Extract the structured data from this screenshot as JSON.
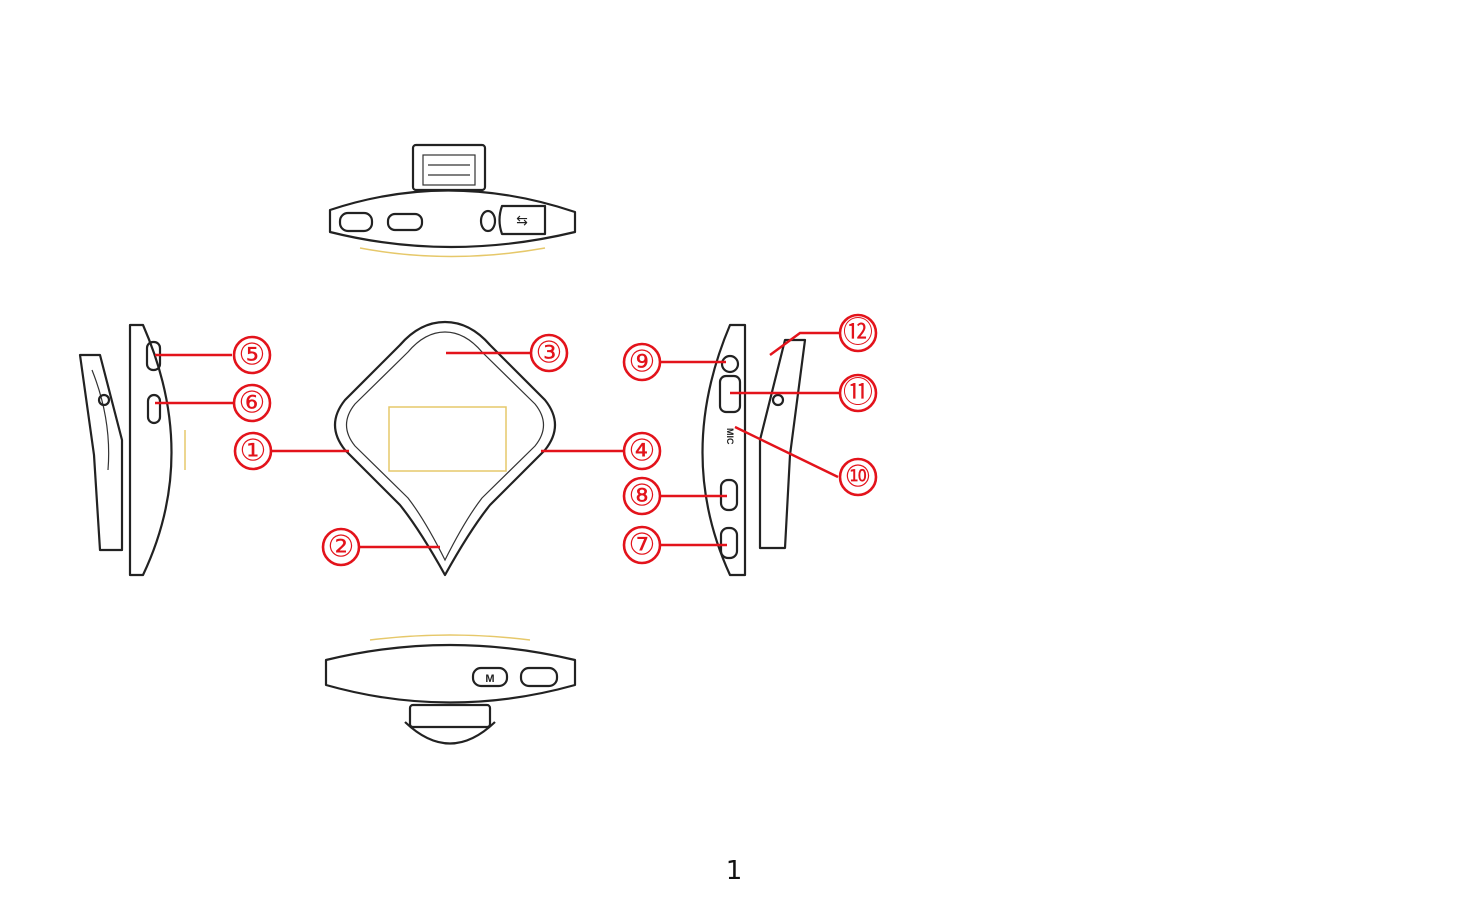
{
  "callouts": [
    {
      "label": "①"
    },
    {
      "label": "②"
    },
    {
      "label": "③"
    },
    {
      "label": "④"
    },
    {
      "label": "⑤"
    },
    {
      "label": "⑥"
    },
    {
      "label": "⑦"
    },
    {
      "label": "⑧"
    },
    {
      "label": "⑨"
    },
    {
      "label": "⑩"
    },
    {
      "label": "⑪"
    },
    {
      "label": "⑫"
    }
  ],
  "device_markings": {
    "mic": "MIC",
    "mode_key": "M"
  },
  "page_number": "1",
  "colors": {
    "callout": "#e3131b",
    "outline": "#222222",
    "screen_outline": "#e6c86a"
  }
}
